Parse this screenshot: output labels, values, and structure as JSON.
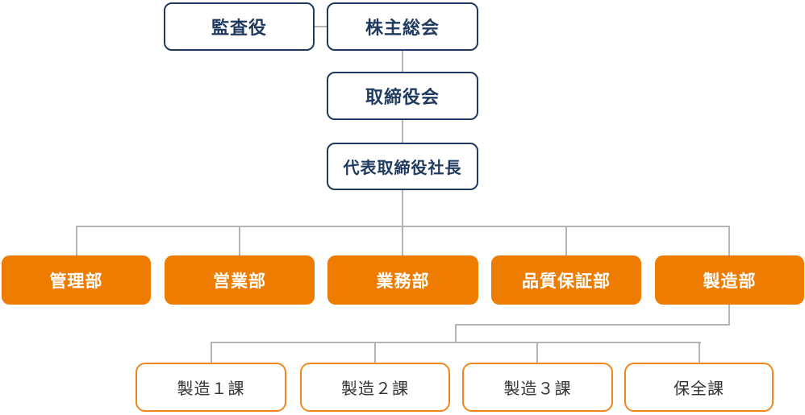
{
  "colors": {
    "navy": "#1f3a5e",
    "department_orange": "#ed7c00",
    "section_border_orange": "#f0871e",
    "connector_gray": "#b4b4b4",
    "section_text": "#333333",
    "background": "#ffffff"
  },
  "org_chart": {
    "governance": {
      "auditor": "監査役",
      "shareholders_meeting": "株主総会",
      "board_of_directors": "取締役会",
      "president": "代表取締役社長"
    },
    "departments": [
      {
        "label": "管理部"
      },
      {
        "label": "営業部"
      },
      {
        "label": "業務部"
      },
      {
        "label": "品質保証部"
      },
      {
        "label": "製造部"
      }
    ],
    "manufacturing_sections": [
      {
        "label": "製造１課"
      },
      {
        "label": "製造２課"
      },
      {
        "label": "製造３課"
      },
      {
        "label": "保全課"
      }
    ]
  }
}
